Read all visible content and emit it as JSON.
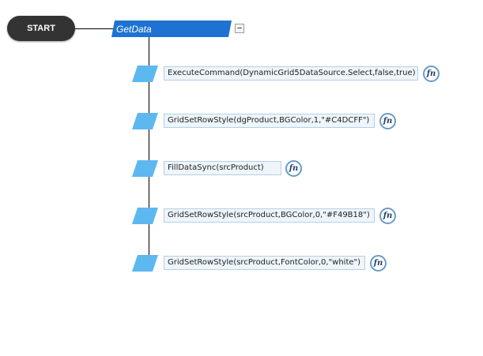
{
  "start": {
    "label": "START"
  },
  "function": {
    "name": "GetData",
    "collapse_symbol": "−"
  },
  "steps": [
    {
      "text": "ExecuteCommand(DynamicGrid5DataSource.Select,false,true)",
      "fn_label": "fn"
    },
    {
      "text": "GridSetRowStyle(dgProduct,BGColor,1,\"#C4DCFF\")",
      "fn_label": "fn"
    },
    {
      "text": "FillDataSync(srcProduct)",
      "fn_label": "fn"
    },
    {
      "text": "GridSetRowStyle(srcProduct,BGColor,0,\"#F49B18\")",
      "fn_label": "fn"
    },
    {
      "text": "GridSetRowStyle(srcProduct,FontColor,0,\"white\")",
      "fn_label": "fn"
    }
  ],
  "colors": {
    "start_fill": "#333333",
    "function_fill": "#1E73D2",
    "step_shape_fill": "#5DB8F0",
    "step_box_fill": "#EEF5FB",
    "fn_ring": "#6A9AC9"
  }
}
